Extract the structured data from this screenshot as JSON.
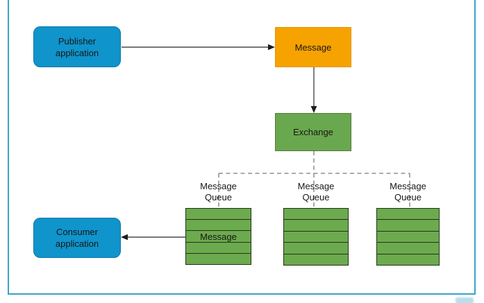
{
  "diagram": {
    "nodes": {
      "publisher": {
        "label": "Publisher application"
      },
      "message": {
        "label": "Message"
      },
      "exchange": {
        "label": "Exchange"
      },
      "consumer": {
        "label": "Consumer application"
      }
    },
    "queues": [
      {
        "label": "Message Queue",
        "rows": 5,
        "message_label": "Message"
      },
      {
        "label": "Message Queue",
        "rows": 5
      },
      {
        "label": "Message Queue",
        "rows": 5
      }
    ]
  },
  "colors": {
    "node_blue": "#0f94cb",
    "node_blue_border": "#0c77a6",
    "node_orange": "#f6a201",
    "node_green": "#6aa84f",
    "green_border": "#55793c",
    "queue_green": "#6caa4e",
    "queue_border": "#26301a",
    "frame_blue": "#3ba1c9",
    "connector_dash_gray": "#7a7a7a",
    "arrow_dark": "#333333",
    "text_dark": "#161616"
  }
}
